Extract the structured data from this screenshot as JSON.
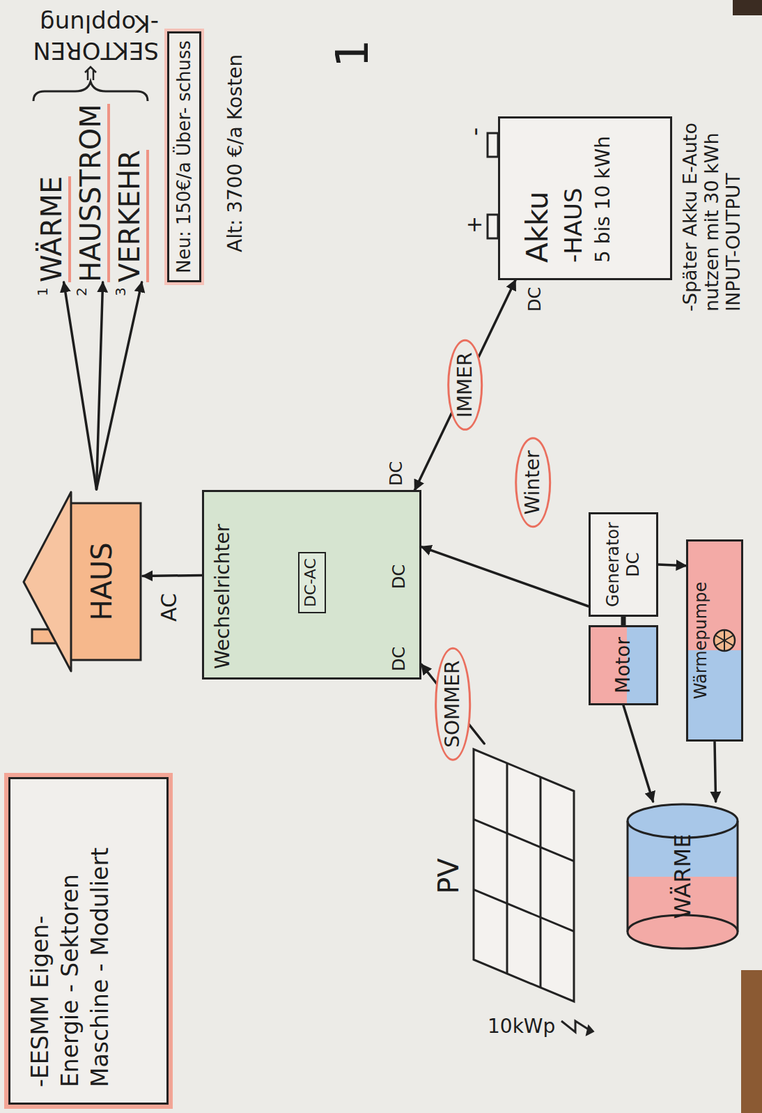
{
  "diagram": {
    "nodes": [
      {
        "text": [
          "-EESMM Eigen- Energie - Sektoren Maschine - Moduliert"
        ]
      },
      {
        "text": [
          "HAUS"
        ]
      },
      {
        "text": [
          "Wechselrichter"
        ]
      },
      {
        "text": [
          "DC-AC"
        ],
        "in": 2
      },
      {
        "text": [
          "WÄRME"
        ]
      },
      {
        "text": [
          "HAUSSTROM"
        ]
      },
      {
        "text": [
          "VERKEHR"
        ]
      },
      {
        "text": [
          "Neu: 150€/a Über- schuss"
        ]
      },
      {
        "text": [
          "PV"
        ]
      },
      {
        "text": [
          "Motor"
        ]
      },
      {
        "text": [
          "Generator DC"
        ]
      },
      {
        "text": [
          "Wärmepumpe"
        ]
      },
      {
        "text": [
          "WÄRME"
        ]
      },
      {
        "text": [
          "Akku",
          "-HAUS",
          "5 bis 10 kWh"
        ]
      }
    ],
    "edges": [
      {
        "from": 2,
        "to": 1,
        "arrow": "to"
      },
      {
        "from": 1,
        "to": 4,
        "arrow": "to"
      },
      {
        "from": 1,
        "to": 5,
        "arrow": "to"
      },
      {
        "from": 1,
        "to": 6,
        "arrow": "to"
      },
      {
        "from": 8,
        "to": 2,
        "label": "SOMMER",
        "arrow": "to"
      },
      {
        "from": 10,
        "to": 2,
        "label": "Winter",
        "arrow": "to"
      },
      {
        "from": 2,
        "to": 13,
        "label": "IMMER",
        "arrow": "both"
      },
      {
        "from": 9,
        "to": 10,
        "arrow": "none"
      },
      {
        "from": 9,
        "to": 12,
        "arrow": "to"
      },
      {
        "from": 10,
        "to": 11,
        "arrow": "to"
      },
      {
        "from": 11,
        "to": 12,
        "arrow": "to"
      }
    ],
    "labels": [
      "AC",
      "DC",
      "DC",
      "DC",
      "DC",
      "1",
      "2",
      "3",
      "SEKTOREN -Kopplung",
      "Alt: 3700 €/a Kosten",
      "1",
      "10kWp",
      "+",
      "-",
      "-Später Akku E-Auto nutzen mit 30 kWh INPUT-OUTPUT"
    ]
  }
}
